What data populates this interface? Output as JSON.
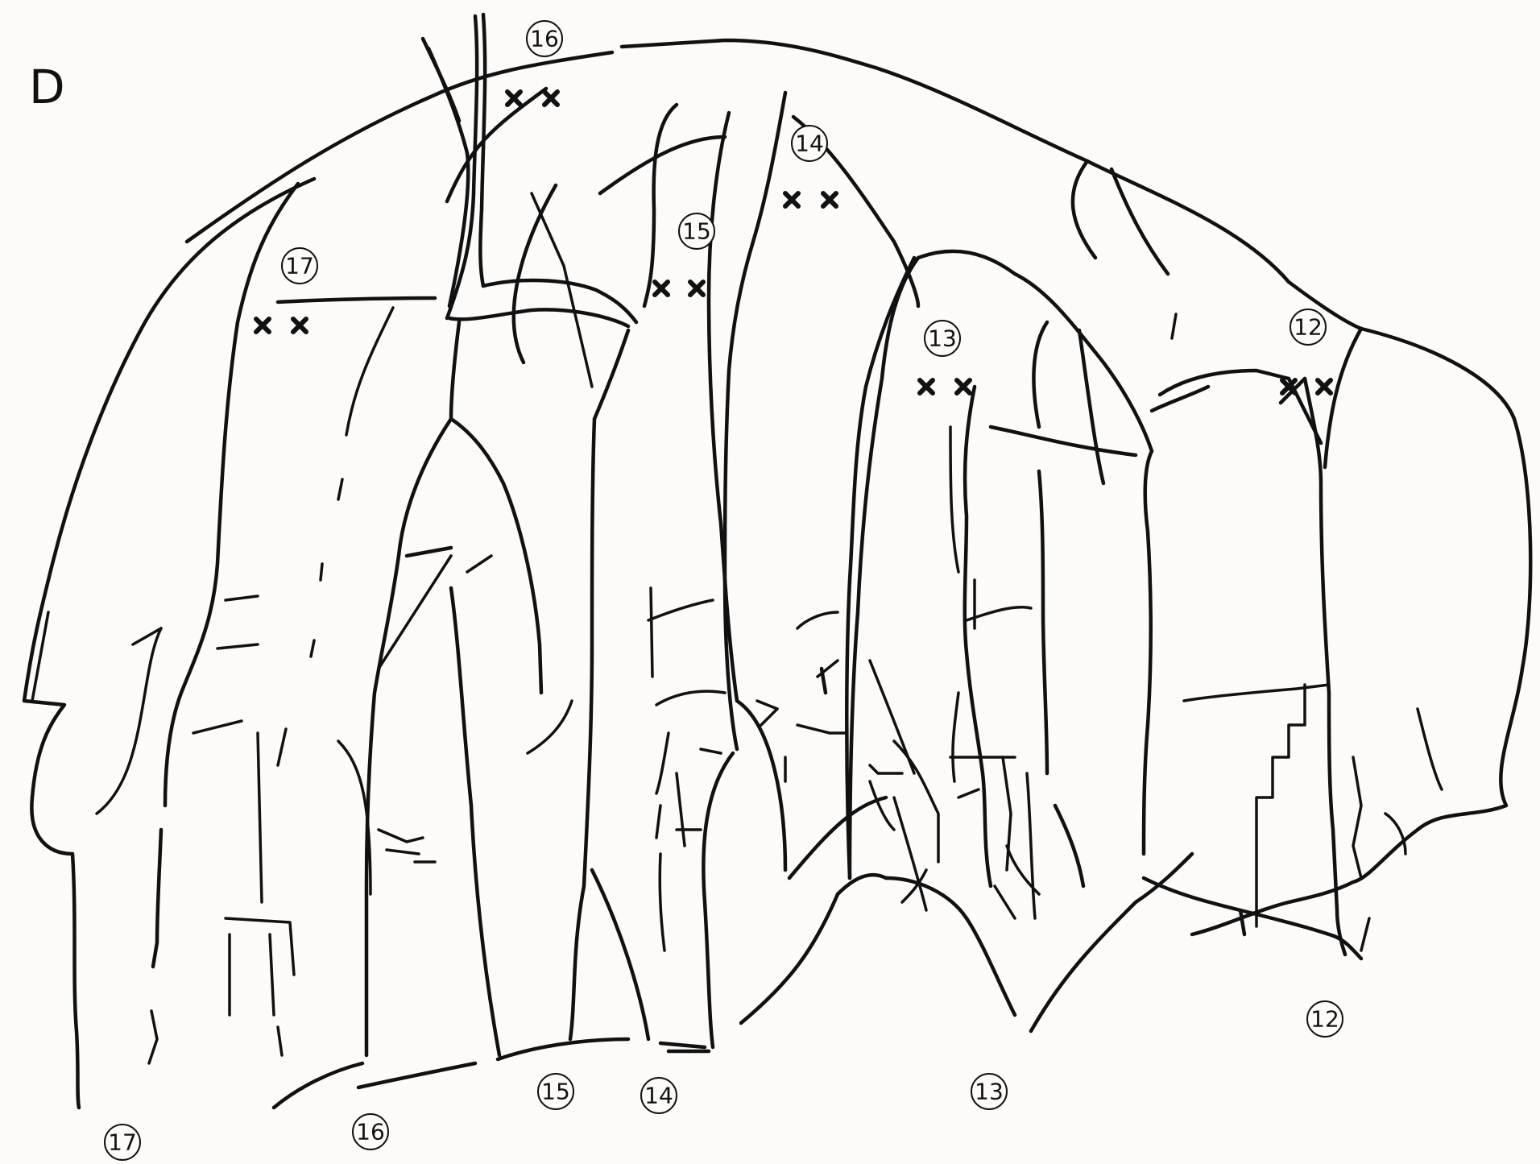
{
  "panel_label": "D",
  "route_labels": {
    "top": [
      {
        "id": "route-16-top",
        "text": "16"
      },
      {
        "id": "route-14-top",
        "text": "14"
      },
      {
        "id": "route-15-top",
        "text": "15"
      },
      {
        "id": "route-17-top",
        "text": "17"
      },
      {
        "id": "route-13-top",
        "text": "13"
      },
      {
        "id": "route-12-top",
        "text": "12"
      }
    ],
    "bottom": [
      {
        "id": "route-17-bottom",
        "text": "17"
      },
      {
        "id": "route-16-bottom",
        "text": "16"
      },
      {
        "id": "route-15-bottom",
        "text": "15"
      },
      {
        "id": "route-14-bottom",
        "text": "14"
      },
      {
        "id": "route-13-bottom",
        "text": "13"
      },
      {
        "id": "route-12-bottom",
        "text": "12"
      }
    ]
  },
  "anchor_symbol": "✖✖"
}
